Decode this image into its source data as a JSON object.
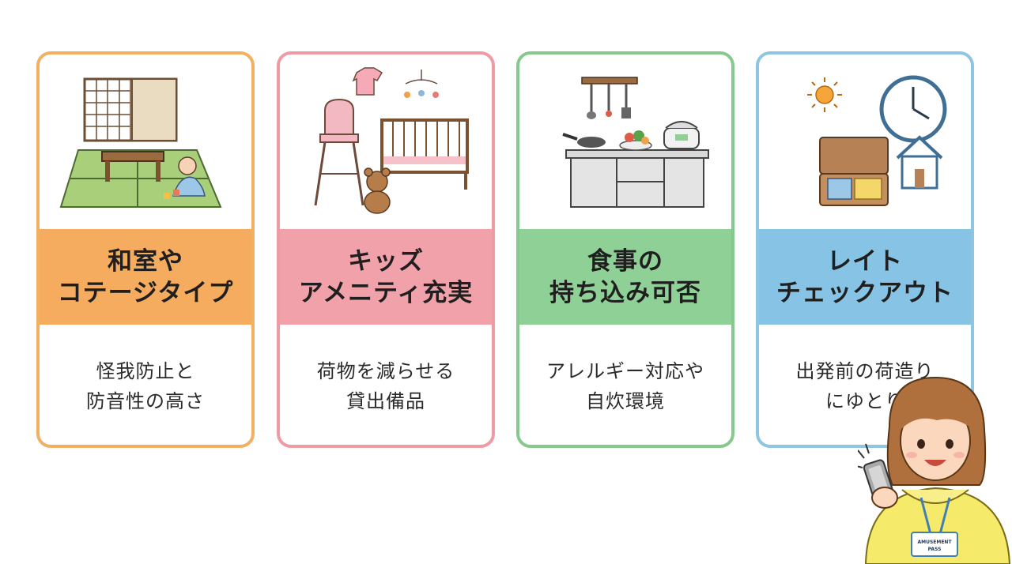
{
  "cards": [
    {
      "title_lines": [
        "和室や",
        "コテージタイプ"
      ],
      "desc_lines": [
        "怪我防止と",
        "防音性の高さ"
      ],
      "icon": "tatami-room-baby-icon",
      "accent": "#f5ac5e"
    },
    {
      "title_lines": [
        "キッズ",
        "アメニティ充実"
      ],
      "desc_lines": [
        "荷物を減らせる",
        "貸出備品"
      ],
      "icon": "kids-amenities-icon",
      "accent": "#f1a1a9"
    },
    {
      "title_lines": [
        "食事の",
        "持ち込み可否"
      ],
      "desc_lines": [
        "アレルギー対応や",
        "自炊環境"
      ],
      "icon": "kitchen-icon",
      "accent": "#8fd096"
    },
    {
      "title_lines": [
        "レイト",
        "チェックアウト"
      ],
      "desc_lines": [
        "出発前の荷造り",
        "にゆとり"
      ],
      "icon": "late-checkout-icon",
      "accent": "#86c3e4"
    }
  ],
  "guide": {
    "badge_text": "AMUSEMENT PASS",
    "icon": "guide-woman-with-phone-icon"
  }
}
